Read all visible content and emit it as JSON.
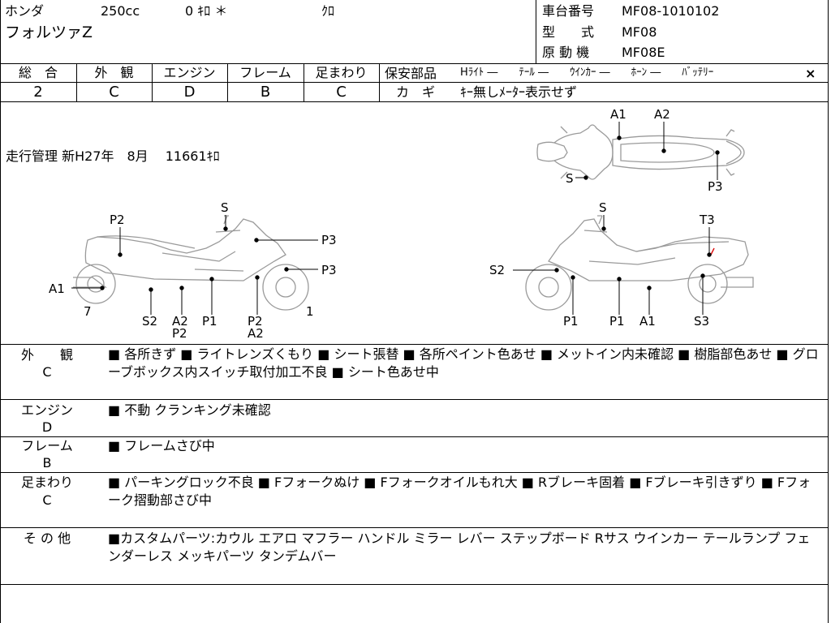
{
  "header": {
    "maker": "ホンダ",
    "displacement": "250cc",
    "odo_label": "0 ｷﾛ ＊",
    "color": "ｸﾛ",
    "model": "フォルツァZ",
    "frame_no_label": "車台番号",
    "frame_no": "MF08-1010102",
    "type_label": "型　　式",
    "type_value": "MF08",
    "engine_label": "原 動 機",
    "engine_value": "MF08E"
  },
  "grades": [
    {
      "label": "総　合",
      "value": "2"
    },
    {
      "label": "外　観",
      "value": "C"
    },
    {
      "label": "エンジン",
      "value": "D"
    },
    {
      "label": "フレーム",
      "value": "B"
    },
    {
      "label": "足まわり",
      "value": "C"
    }
  ],
  "safety": {
    "label": "保安部品",
    "items": "Hﾗｲﾄ ―　　ﾃｰﾙ ―　　ｳｲﾝｶｰ ―　　ﾎｰﾝ ―　　ﾊﾞｯﾃﾘｰ",
    "battery_mark": "×",
    "key_label": "カ　ギ",
    "key_value": "ｷｰ無しﾒｰﾀｰ表示せず"
  },
  "mileage": "走行管理 新H27年　8月　 11661ｷﾛ",
  "diagram_labels": {
    "top": [
      "A1",
      "A2",
      "S",
      "P3"
    ],
    "left": [
      "P2",
      "S",
      "P3",
      "P3",
      "A1",
      "7",
      "S2",
      "A2",
      "P2",
      "P1",
      "P2",
      "A2",
      "1"
    ],
    "right": [
      "S",
      "T3",
      "S2",
      "P1",
      "P1",
      "A1",
      "S3"
    ]
  },
  "remarks": [
    {
      "label": "外　　観",
      "grade": "C",
      "text": "■ 各所きず ■ ライトレンズくもり ■ シート張替 ■ 各所ペイント色あせ ■ メットイン内未確認 ■ 樹脂部色あせ ■ グローブボックス内スイッチ取付加工不良 ■ シート色あせ中"
    },
    {
      "label": "エンジン",
      "grade": "D",
      "text": "■ 不動 クランキング未確認"
    },
    {
      "label": "フレーム",
      "grade": "B",
      "text": "■ フレームさび中"
    },
    {
      "label": "足まわり",
      "grade": "C",
      "text": "■ パーキングロック不良 ■ Fフォークぬけ ■ Fフォークオイルもれ大 ■ Rブレーキ固着 ■ Fブレーキ引きずり ■ Fフォーク摺動部さび中"
    },
    {
      "label": "そ の 他",
      "grade": "",
      "text": "■カスタムパーツ:カウル エアロ マフラー ハンドル ミラー レバー ステップボード Rサス ウインカー テールランプ フェンダーレス メッキパーツ タンデムバー"
    }
  ]
}
